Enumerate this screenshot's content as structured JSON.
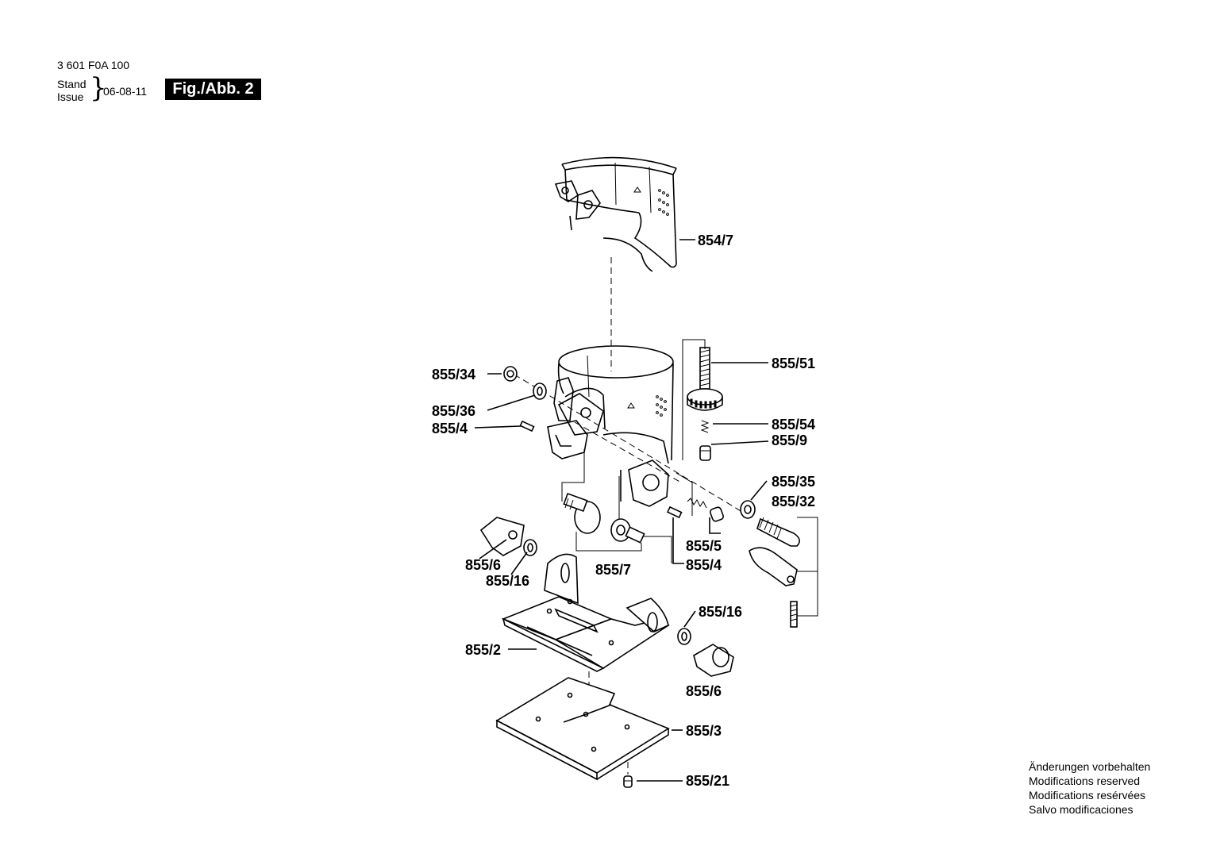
{
  "header": {
    "doc_number": "3 601 F0A 100",
    "stand_word": "Stand",
    "issue_word": "Issue",
    "issue_date": "06-08-11",
    "figure_badge": "Fig./Abb. 2"
  },
  "parts": {
    "p854_7": "854/7",
    "p855_34": "855/34",
    "p855_36": "855/36",
    "p855_4_upper": "855/4",
    "p855_51": "855/51",
    "p855_54": "855/54",
    "p855_9": "855/9",
    "p855_35": "855/35",
    "p855_32": "855/32",
    "p855_5": "855/5",
    "p855_4_lower": "855/4",
    "p855_6_left": "855/6",
    "p855_16_left": "855/16",
    "p855_7": "855/7",
    "p855_16_right": "855/16",
    "p855_2": "855/2",
    "p855_6_right": "855/6",
    "p855_3": "855/3",
    "p855_21": "855/21"
  },
  "notes": [
    "Änderungen vorbehalten",
    "Modifications reserved",
    "Modifications resérvées",
    "Salvo modificaciones"
  ]
}
